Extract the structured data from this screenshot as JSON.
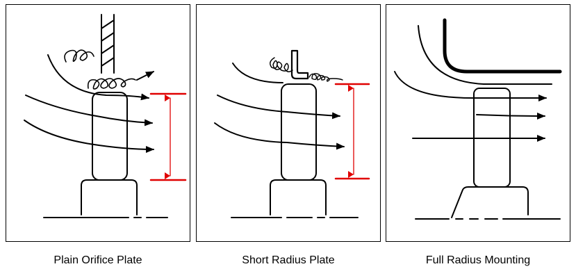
{
  "figure": {
    "panels": [
      {
        "caption": "Plain Orifice Plate"
      },
      {
        "caption": "Short Radius Plate"
      },
      {
        "caption": "Full Radius Mounting"
      }
    ],
    "colors": {
      "stroke": "#000000",
      "dimension": "#e00000",
      "background": "#ffffff"
    }
  }
}
